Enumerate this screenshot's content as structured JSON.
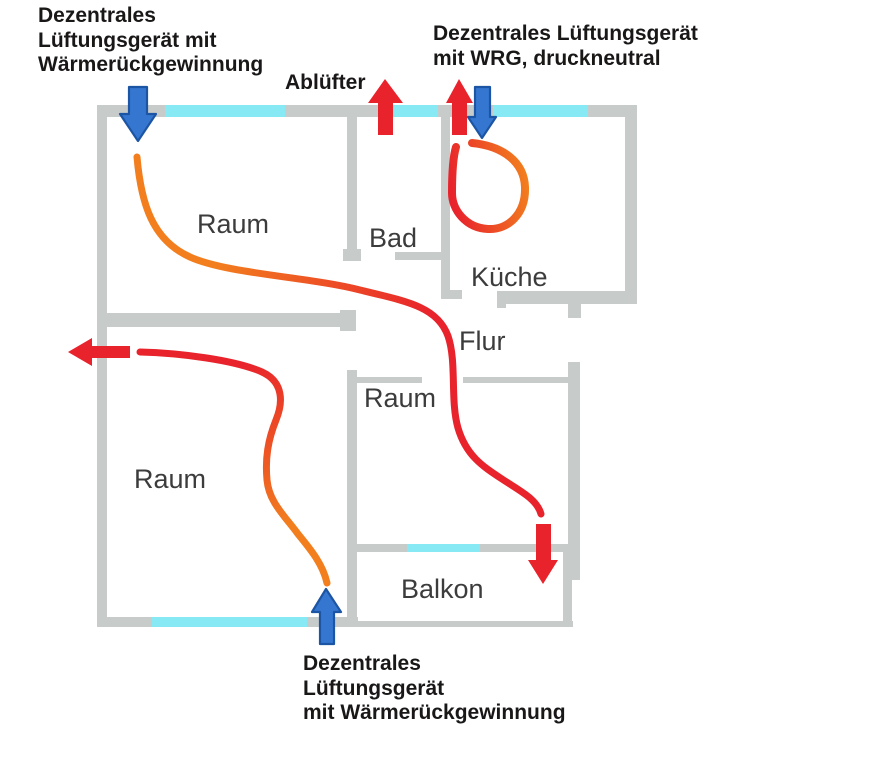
{
  "diagram": {
    "annotations": {
      "top_left": "Dezentrales\nLüftungsgerät mit\nWärmerückgewinnung",
      "ablufter": "Ablüfter",
      "top_right": "Dezentrales Lüftungsgerät\nmit WRG, druckneutral",
      "bottom": "Dezentrales\nLüftungsgerät\nmit Wärmerückgewinnung"
    },
    "rooms": {
      "room_top_left": "Raum",
      "bad": "Bad",
      "kueche": "Küche",
      "flur": "Flur",
      "room_middle": "Raum",
      "room_bottom_left": "Raum",
      "balkon": "Balkon"
    },
    "colors": {
      "background": "#FFFFFF",
      "wall_gray": "#C7CBCA",
      "window_cyan": "#86E9F3",
      "supply_blue": "#3577D0",
      "supply_blue_edge": "#1D55A5",
      "exhaust_red": "#E8232C",
      "duct_orange": "#F27E1E",
      "annotation_text": "#1A1717",
      "room_label_text": "#3C3C3C"
    }
  }
}
